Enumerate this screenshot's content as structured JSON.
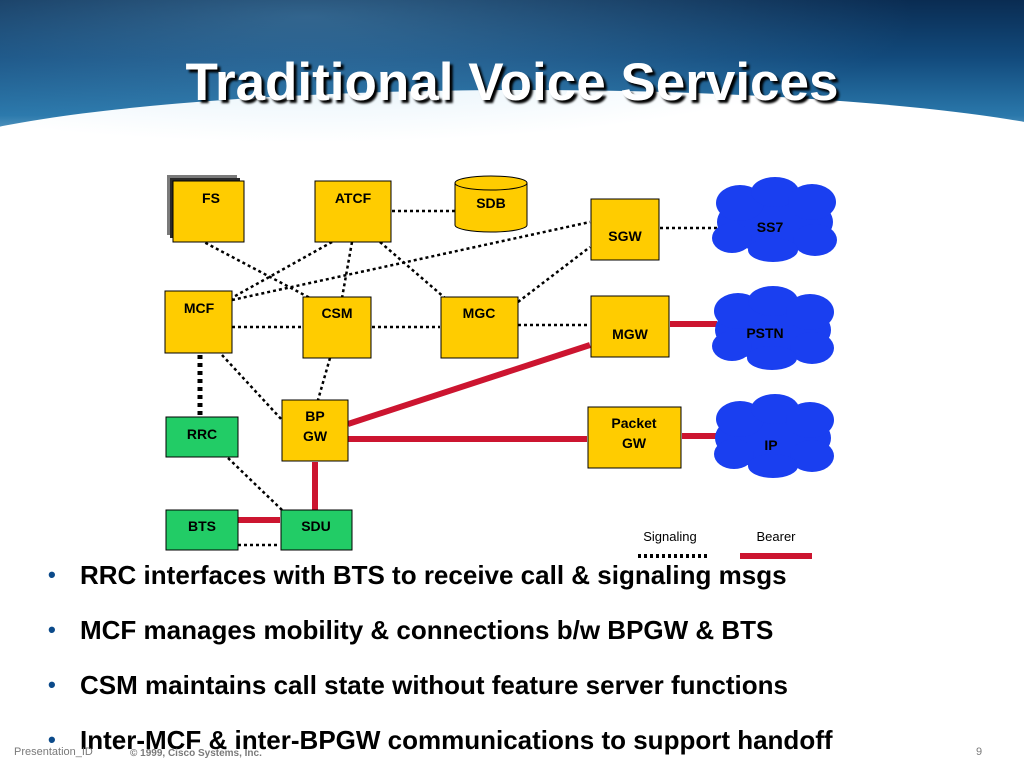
{
  "title": "Traditional Voice Services",
  "nodes": {
    "fs": "FS",
    "atcf": "ATCF",
    "sdb": "SDB",
    "sgw": "SGW",
    "mcf": "MCF",
    "csm": "CSM",
    "mgc": "MGC",
    "mgw": "MGW",
    "rrc": "RRC",
    "bpgw_line1": "BP",
    "bpgw_line2": "GW",
    "packetgw_line1": "Packet",
    "packetgw_line2": "GW",
    "bts": "BTS",
    "sdu": "SDU",
    "ss7": "SS7",
    "pstn": "PSTN",
    "ip": "IP"
  },
  "legend": {
    "signaling": "Signaling",
    "bearer": "Bearer"
  },
  "colors": {
    "node_fill": "#ffcc00",
    "radio_fill": "#22cc66",
    "cloud_fill": "#1a3ff0",
    "bearer": "#cc1530"
  },
  "bullets": [
    "RRC interfaces with BTS to receive call & signaling msgs",
    "MCF manages mobility & connections b/w BPGW & BTS",
    "CSM maintains call state without feature server functions",
    "Inter-MCF & inter-BPGW communications to support handoff"
  ],
  "footer": {
    "left": "Presentation_ID",
    "copyright": "© 1999, Cisco Systems, Inc.",
    "page": "9"
  }
}
